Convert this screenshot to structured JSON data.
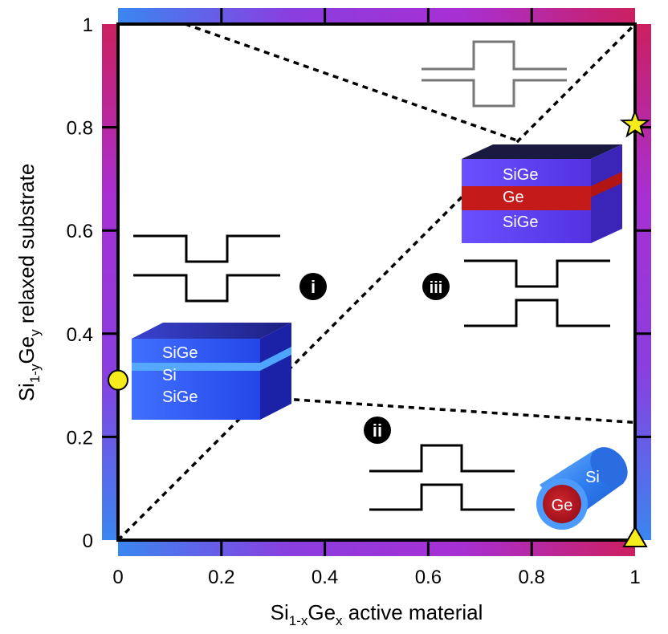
{
  "axes": {
    "x": {
      "base": "Si",
      "sub1": "1-x",
      "mid": "Ge",
      "sub2": "x",
      "rest": " active material",
      "range": [
        0,
        1
      ]
    },
    "y": {
      "base": "Si",
      "sub1": "1-y",
      "mid": "Ge",
      "sub2": "y",
      "rest": " relaxed substrate",
      "range": [
        0,
        1
      ]
    },
    "x_ticks": [
      "0",
      "0.2",
      "0.4",
      "0.6",
      "0.8",
      "1"
    ],
    "y_ticks": [
      "0",
      "0.2",
      "0.4",
      "0.6",
      "0.8",
      "1"
    ],
    "tick_values": [
      0,
      0.2,
      0.4,
      0.6,
      0.8,
      1
    ],
    "colorbar_stops": [
      "#3a86f0",
      "#8a3ee0",
      "#a82fd2",
      "#cc1f60"
    ]
  },
  "regions": {
    "i": {
      "label": "i"
    },
    "ii": {
      "label": "ii"
    },
    "iii": {
      "label": "iii"
    }
  },
  "boundaries": [
    {
      "name": "diagonal",
      "points": [
        [
          0,
          0
        ],
        [
          1,
          1
        ]
      ]
    },
    {
      "name": "upper-line",
      "points": [
        [
          0.13,
          1.0
        ],
        [
          0.77,
          0.775
        ]
      ]
    },
    {
      "name": "lower-line",
      "points": [
        [
          0.3,
          0.275
        ],
        [
          1.0,
          0.228
        ]
      ]
    }
  ],
  "stacks": {
    "i": {
      "top": "SiGe",
      "middle": "Si",
      "bottom": "SiGe"
    },
    "iii": {
      "top": "SiGe",
      "middle": "Ge",
      "bottom": "SiGe"
    }
  },
  "nanowire": {
    "shell": "Si",
    "core": "Ge"
  },
  "markers": [
    {
      "name": "circle",
      "x": 0,
      "y": 0.31,
      "color": "#f7ec1b"
    },
    {
      "name": "star",
      "x": 1,
      "y": 0.805,
      "color": "#f7ec1b"
    },
    {
      "name": "triangle",
      "x": 1,
      "y": 0,
      "color": "#f7ec1b"
    }
  ]
}
